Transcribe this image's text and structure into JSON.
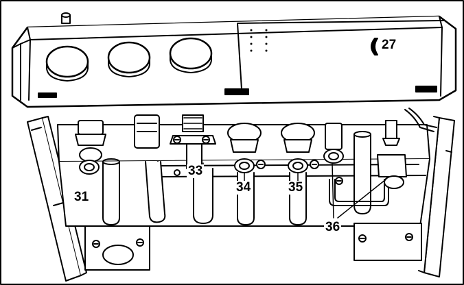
{
  "colors": {
    "ink": "#000000",
    "paper": "#ffffff",
    "border": "#000000"
  },
  "labels": {
    "l27": "27",
    "l31": "31",
    "l33": "33",
    "l34": "34",
    "l35": "35",
    "l36": "36"
  },
  "icons": [
    "knob-icon",
    "screw-icon",
    "valve-icon",
    "pipe-icon",
    "bracket-icon",
    "clip-icon"
  ]
}
